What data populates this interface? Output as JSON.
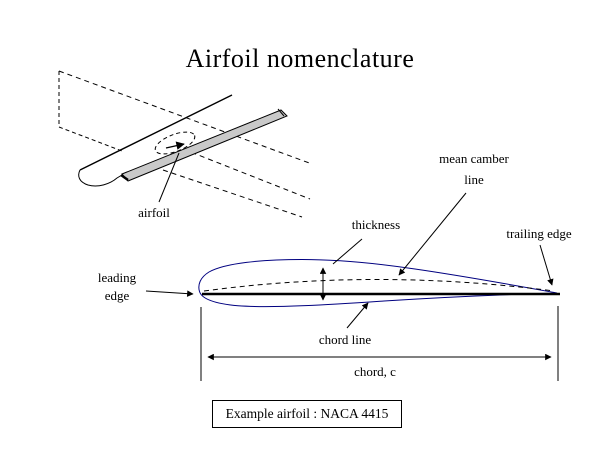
{
  "slide": {
    "title": "Airfoil nomenclature"
  },
  "wing_sketch": {
    "label_airfoil": "airfoil"
  },
  "diagram": {
    "label_mean_camber_line": "mean camber\nline",
    "label_thickness": "thickness",
    "label_trailing_edge": "trailing edge",
    "label_leading_edge": "leading\nedge",
    "label_chord_line": "chord line",
    "label_chord_c": "chord, c"
  },
  "example_box": {
    "text": "Example airfoil : NACA 4415"
  },
  "colors": {
    "background": "#ffffff",
    "text": "#000000",
    "line_art": "#000000",
    "airfoil_outline": "#000080",
    "section_strip_fill": "#c9c9c9"
  }
}
